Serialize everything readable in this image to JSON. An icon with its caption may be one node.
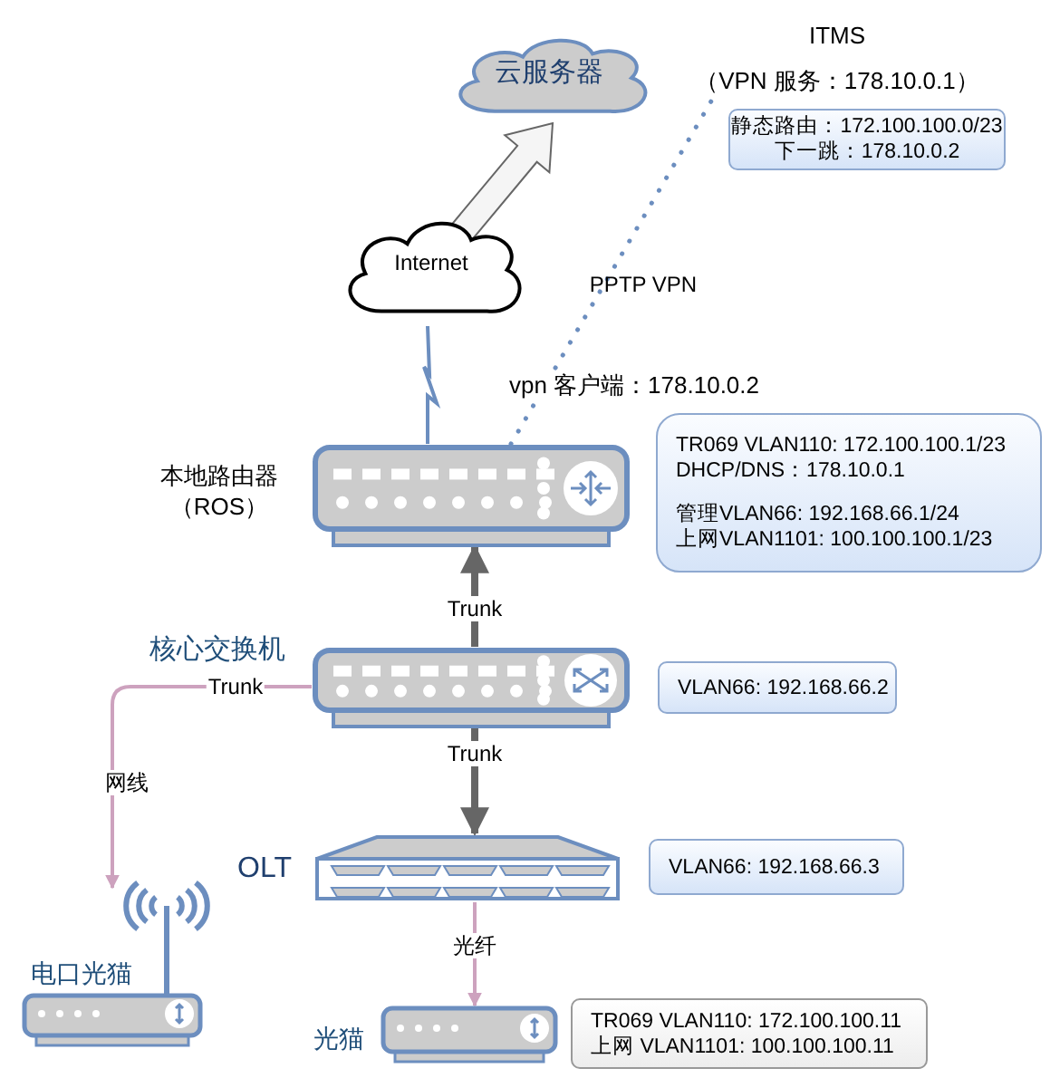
{
  "diagram": {
    "nodes": [
      {
        "text": [
          "云服务器"
        ]
      },
      {
        "text": [
          "ITMS",
          "（VPN 服务：178.10.0.1）"
        ]
      },
      {
        "text": [
          "静态路由：172.100.100.0/23",
          "下一跳：178.10.0.2"
        ]
      },
      {
        "text": [
          "Internet"
        ]
      },
      {
        "text": [
          "本地路由器（ROS）"
        ]
      },
      {
        "text": [
          "TR069 VLAN110: 172.100.100.1/23",
          "DHCP/DNS：178.10.0.1",
          "管理VLAN66: 192.168.66.1/24",
          "上网VLAN1101: 100.100.100.1/23"
        ]
      },
      {
        "text": [
          "核心交换机"
        ]
      },
      {
        "text": [
          "VLAN66: 192.168.66.2"
        ]
      },
      {
        "text": [
          "OLT"
        ]
      },
      {
        "text": [
          "VLAN66: 192.168.66.3"
        ]
      },
      {
        "text": [
          "电口光猫"
        ]
      },
      {
        "text": [
          "光猫"
        ]
      },
      {
        "text": [
          "TR069 VLAN110: 172.100.100.11",
          "上网 VLAN1101: 100.100.100.11"
        ]
      }
    ],
    "edges": [
      {
        "from": 3,
        "to": 0,
        "arrow": "to",
        "style": "thick",
        "color": "#f5f5f5"
      },
      {
        "from": 4,
        "to": 3,
        "arrow": "none",
        "color": "#6c8ebf"
      },
      {
        "from": 4,
        "to": 1,
        "arrow": "none",
        "label": "PPTP VPN",
        "style": "dashed",
        "color": "#6c8ebf"
      },
      {
        "from": 6,
        "to": 4,
        "arrow": "to",
        "label": "Trunk",
        "style": "thick",
        "color": "#666666"
      },
      {
        "from": 6,
        "to": 8,
        "arrow": "to",
        "label": "Trunk",
        "style": "thick",
        "color": "#666666"
      },
      {
        "from": 6,
        "to": 10,
        "arrow": "to",
        "label": "Trunk",
        "color": "#cda2be"
      },
      {
        "from": 8,
        "to": 11,
        "arrow": "to",
        "label": "光纤",
        "color": "#cda2be"
      }
    ],
    "labels": [
      "vpn 客户端：178.10.0.2",
      "网线"
    ]
  }
}
